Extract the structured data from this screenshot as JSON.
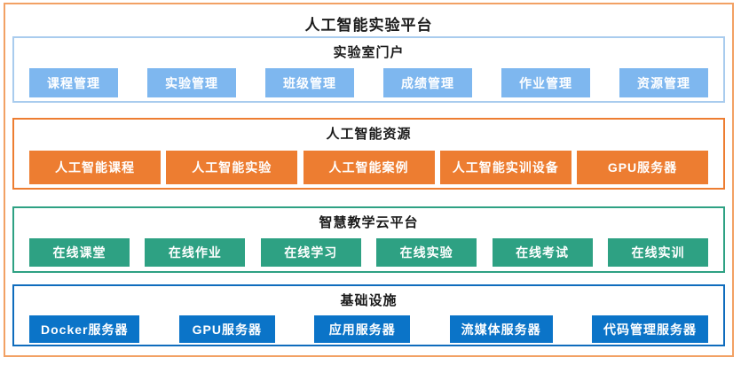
{
  "title": "人工智能实验平台",
  "colors": {
    "outer_border": "#F2A164",
    "portal_border": "#A9CCEE",
    "portal_button": "#7EB7EF",
    "ai_border": "#ED7D31",
    "ai_button": "#ED7D31",
    "cloud_border": "#2EA183",
    "cloud_button": "#2EA183",
    "infra_border": "#0F6CBD",
    "infra_button": "#0B74C8",
    "button_text": "#FFFFFF",
    "title_text": "#1A1A1A"
  },
  "sections": [
    {
      "title": "实验室门户",
      "items": [
        "课程管理",
        "实验管理",
        "班级管理",
        "成绩管理",
        "作业管理",
        "资源管理"
      ]
    },
    {
      "title": "人工智能资源",
      "items": [
        "人工智能课程",
        "人工智能实验",
        "人工智能案例",
        "人工智能实训设备",
        "GPU服务器"
      ]
    },
    {
      "title": "智慧教学云平台",
      "items": [
        "在线课堂",
        "在线作业",
        "在线学习",
        "在线实验",
        "在线考试",
        "在线实训"
      ]
    },
    {
      "title": "基础设施",
      "items": [
        "Docker服务器",
        "GPU服务器",
        "应用服务器",
        "流媒体服务器",
        "代码管理服务器"
      ]
    }
  ]
}
